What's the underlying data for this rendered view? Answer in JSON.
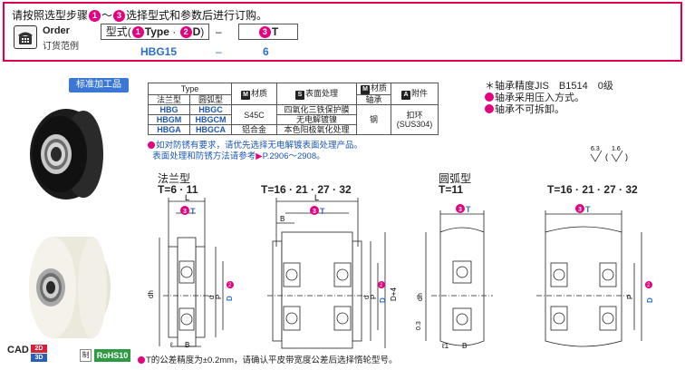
{
  "order": {
    "instruction": "请按照选型步骤",
    "instruction_num1": "1",
    "instruction_tilde": "～",
    "instruction_num3": "3",
    "instruction_tail": "选择型式和参数后进行订购。",
    "order_en": "Order",
    "order_cn": "订货范例",
    "spec_label": "型式",
    "spec_num1": "1",
    "spec_type": "Type",
    "spec_dot": "·",
    "spec_num2": "2",
    "spec_d": "D",
    "spec_dash": "–",
    "spec_num3": "3",
    "spec_t": "T",
    "example_model": "HBG15",
    "example_dash": "–",
    "example_t": "6"
  },
  "left": {
    "tag": "标准加工品",
    "cad_label": "CAD",
    "cad_2d": "2D",
    "cad_3d": "3D",
    "rohs_square": "制",
    "rohs": "RoHS10"
  },
  "table": {
    "h_type": "Type",
    "h_flange": "法兰型",
    "h_arc": "圆弧型",
    "h_m_badge": "M",
    "h_material": "材质",
    "h_s_badge": "S",
    "h_surface": "表面处理",
    "h_bearing_badge": "M",
    "h_bearing_material": "材质",
    "h_bearing": "轴承",
    "h_a_badge": "A",
    "h_accessory": "附件",
    "rows": [
      {
        "flange": "HBG",
        "arc": "HBGC",
        "surface": "四氧化三铁保护膜"
      },
      {
        "flange": "HBGM",
        "arc": "HBGCM",
        "surface": "无电解镀镍"
      },
      {
        "flange": "HBGA",
        "arc": "HBGCA",
        "surface": "本色阳极氧化处理"
      }
    ],
    "material_steel": "S45C",
    "material_al": "铝合金",
    "bearing_material": "钢",
    "accessory_line1": "扣环",
    "accessory_line2": "(SUS304)"
  },
  "notes": {
    "n1": "＊轴承精度JIS　B1514　0级",
    "n2": "轴承采用压入方式。",
    "n3": "轴承不可拆卸。",
    "under1": "如对防锈有要求，请优先选择无电解镀表面处理产品。",
    "under2": "表面处理和防锈方法请参考",
    "under2_ref": "P.2906～2908。",
    "finish1": "6.3",
    "finish2": "1.6"
  },
  "drawings": {
    "flange_title": "法兰型",
    "flange_t1": "T=6 · 11",
    "flange_t2": "T=16 · 21 · 27 · 32",
    "arc_title": "圆弧型",
    "arc_t1": "T=11",
    "arc_t2": "T=16 · 21 · 27 · 32",
    "dim_L": "L",
    "dim_B": "B",
    "dim_T": "T",
    "dim_3": "3",
    "dim_2": "2",
    "dim_dh": "dh",
    "dim_d": "d",
    "dim_P": "P",
    "dim_D": "D",
    "dim_D4": "D+4",
    "dim_l": "ℓ",
    "dim_l1": "ℓ1",
    "dim_03": "0.3"
  },
  "bottom_note": "T的公差精度为±0.2mm，请确认平皮带宽度公差后选择惰轮型号。",
  "colors": {
    "accent": "#e4007f",
    "brand_blue": "#2a6fcc",
    "border_red": "#e0004d"
  }
}
